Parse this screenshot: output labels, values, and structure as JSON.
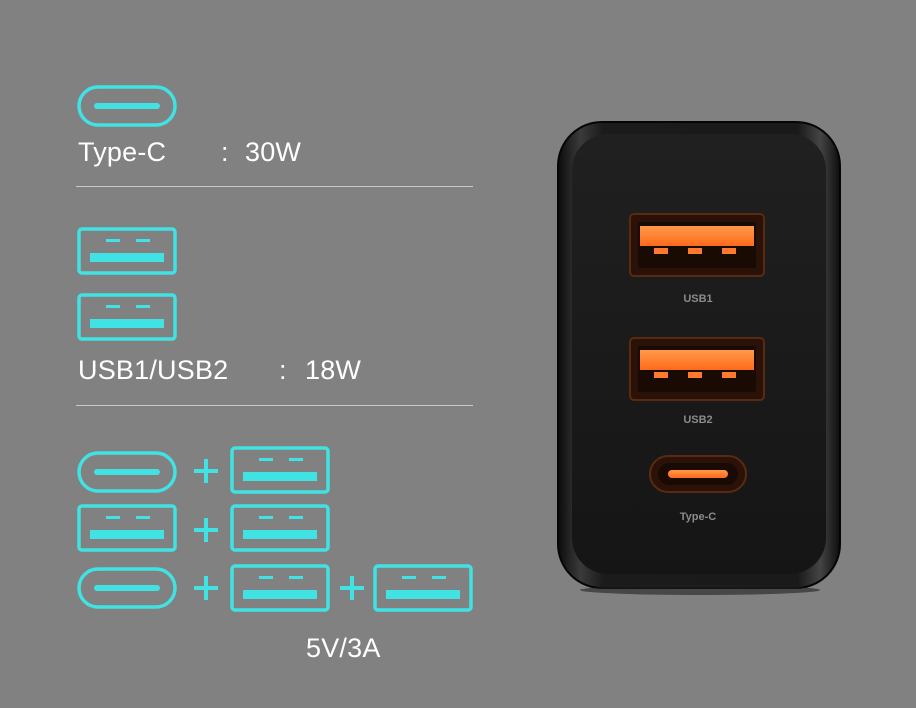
{
  "colors": {
    "background": "#818181",
    "icon_accent": "#41e2e3",
    "text": "#ffffff",
    "charger_body": "#161616",
    "port_orange": "#ff7a2a"
  },
  "specs": {
    "type_c": {
      "name": "Type-C",
      "separator": ":",
      "power": "30W",
      "icon": "usb-c-port-icon"
    },
    "usb_a": {
      "name": "USB1/USB2",
      "separator": ":",
      "power": "18W",
      "icon": "usb-a-port-icon"
    },
    "combined": {
      "rows": [
        [
          "usb-c",
          "plus",
          "usb-a"
        ],
        [
          "usb-a",
          "plus",
          "usb-a"
        ],
        [
          "usb-c",
          "plus",
          "usb-a",
          "plus",
          "usb-a"
        ]
      ],
      "plus_symbol": "+",
      "output": "5V/3A"
    }
  },
  "charger": {
    "port_labels": [
      "USB1",
      "USB2",
      "Type-C"
    ]
  }
}
